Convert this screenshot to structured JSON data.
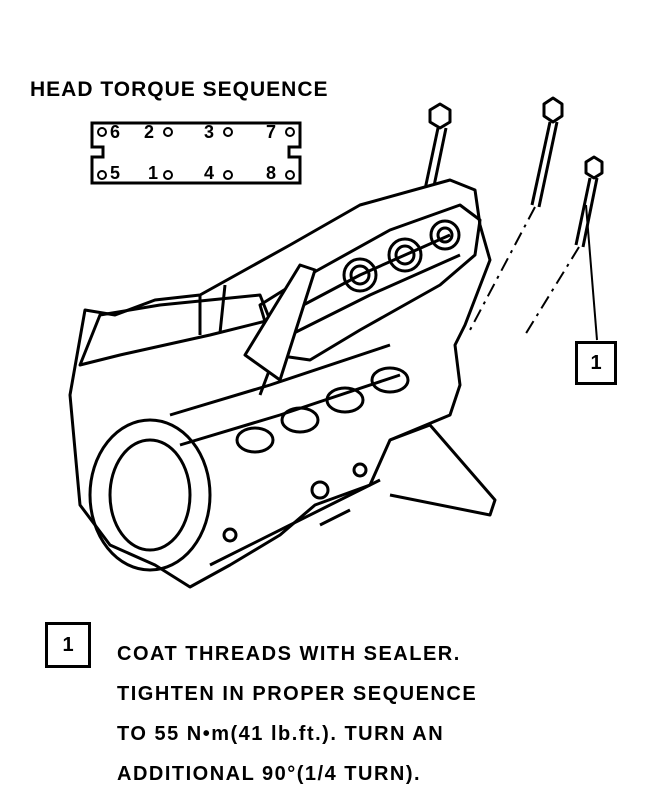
{
  "title": "HEAD TORQUE SEQUENCE",
  "sequence_top": [
    "6",
    "2",
    "3",
    "7"
  ],
  "sequence_bottom": [
    "5",
    "1",
    "4",
    "8"
  ],
  "callout_label": "1",
  "note": {
    "number": "1",
    "lines": [
      "COAT THREADS WITH SEALER.",
      "TIGHTEN IN PROPER SEQUENCE",
      "TO 55 N•m(41 lb.ft.). TURN AN",
      "ADDITIONAL 90°(1/4 TURN)."
    ]
  }
}
